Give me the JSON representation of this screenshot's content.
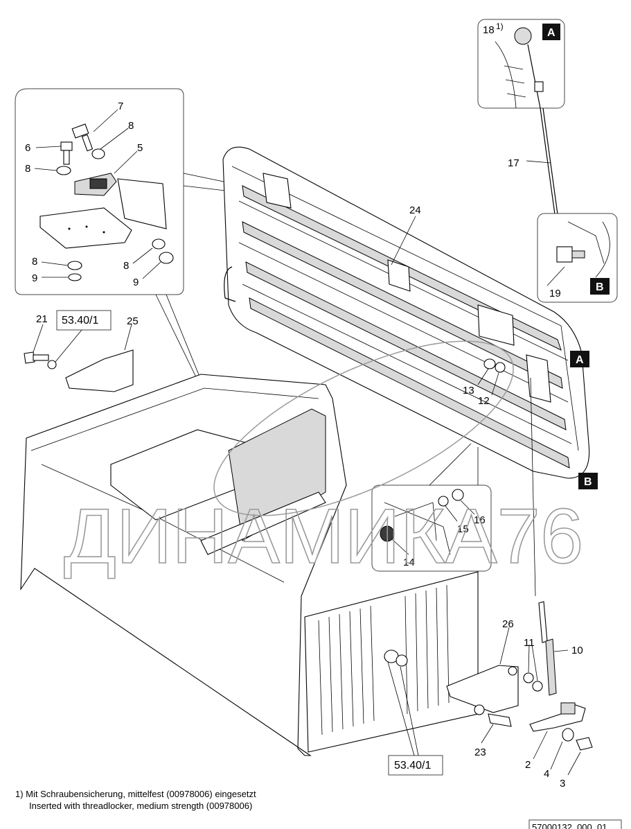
{
  "diagram": {
    "part_numbers": {
      "p2": "2",
      "p3": "3",
      "p4": "4",
      "p5": "5",
      "p6": "6",
      "p7": "7",
      "p8a": "8",
      "p8b": "8",
      "p8c": "8",
      "p8d": "8",
      "p9a": "9",
      "p9b": "9",
      "p10": "10",
      "p11": "11",
      "p12": "12",
      "p13": "13",
      "p14": "14",
      "p15": "15",
      "p16": "16",
      "p17": "17",
      "p18": "18",
      "p18_sup": "1)",
      "p19": "19",
      "p21": "21",
      "p23": "23",
      "p24": "24",
      "p25": "25",
      "p26": "26"
    },
    "references": {
      "ref_top": "53.40/1",
      "ref_bottom": "53.40/1"
    },
    "callouts": {
      "a_inset": "A",
      "b_inset": "B",
      "a_main": "A",
      "b_main": "B"
    },
    "footnote": {
      "line1": "1) Mit Schraubensicherung, mittelfest (00978006) eingesetzt",
      "line2": "Inserted with threadlocker, medium strength (00978006)"
    },
    "drawing_number": "57000132_000_01",
    "watermark": "ДИНАМИКА76"
  }
}
